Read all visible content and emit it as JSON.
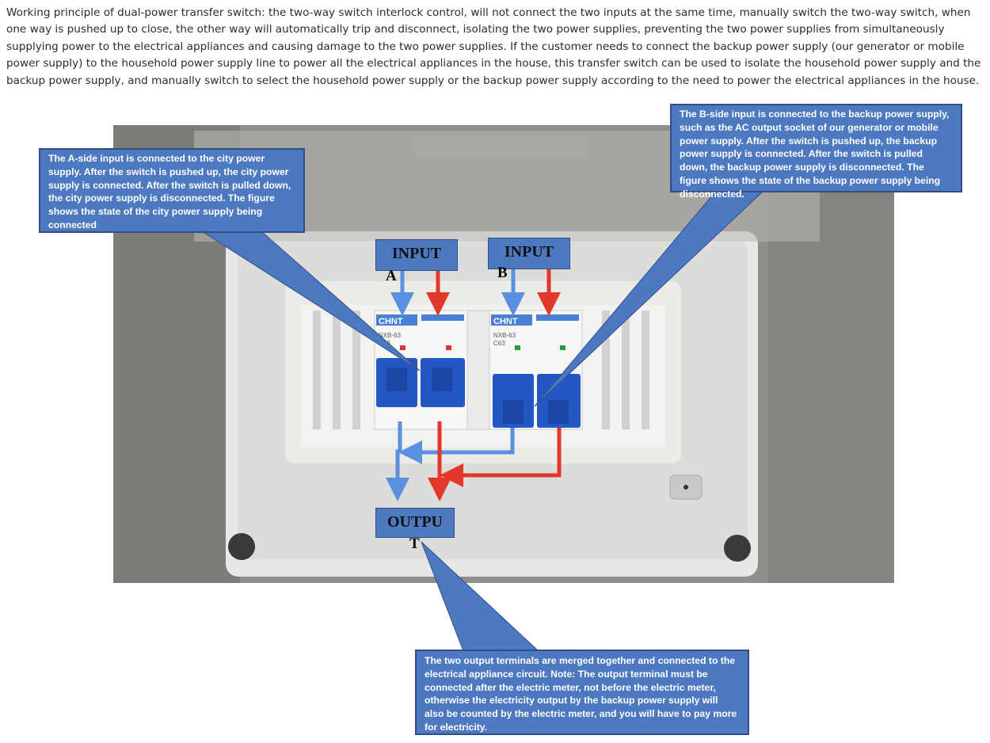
{
  "intro_text": "Working principle of dual-power transfer switch: the two-way switch interlock control, will not connect the two inputs at the same time, manually switch the two-way switch, when one way is pushed up to close, the other way will automatically trip and disconnect, isolating the two power supplies, preventing the two power supplies from simultaneously supplying power to the electrical appliances and causing damage to the two power supplies. If the customer needs to connect the backup power supply (our generator or mobile power supply) to the household power supply line to power all the electrical appliances in the house, this transfer switch can be used to isolate the household power supply and the backup power supply, and manually switch to select the household power supply or the backup power supply according to the need to power the electrical appliances in the house.",
  "labels": {
    "input_a": "INPUT",
    "input_a_sub": "A",
    "input_b": "INPUT",
    "input_b_sub": "B",
    "output": "OUTPU",
    "output_sub": "T"
  },
  "callouts": {
    "a_side": "The A-side input is connected to the city power supply. After the switch is pushed up, the city power supply is connected. After the switch is pulled down, the city power supply is disconnected. The figure shows the state of the city power supply being connected",
    "b_side": "The B-side input is connected to the backup power supply, such as the AC output socket of our generator or mobile power supply. After the switch is pushed up, the backup power supply is connected. After the switch is pulled down, the backup power supply is disconnected. The figure shows the state of the backup power supply being disconnected.",
    "output": "The two output terminals are merged together and connected to the electrical appliance circuit. Note: The output terminal must be connected after the electric meter, not before the electric meter, otherwise the electricity output by the backup power supply will also be counted by the electric meter, and you will have to pay more for electricity."
  },
  "breakers": {
    "brand": "CHNT",
    "model_left": "NXB-63",
    "rating_left": "C63",
    "model_right": "NXB-63",
    "rating_right": "C63"
  },
  "colors": {
    "callout_fill": "#4c79c0",
    "callout_border": "#2f4f85",
    "wire_blue": "#5b8fe0",
    "wire_red": "#e2382a",
    "switch_blue": "#2457c4"
  }
}
